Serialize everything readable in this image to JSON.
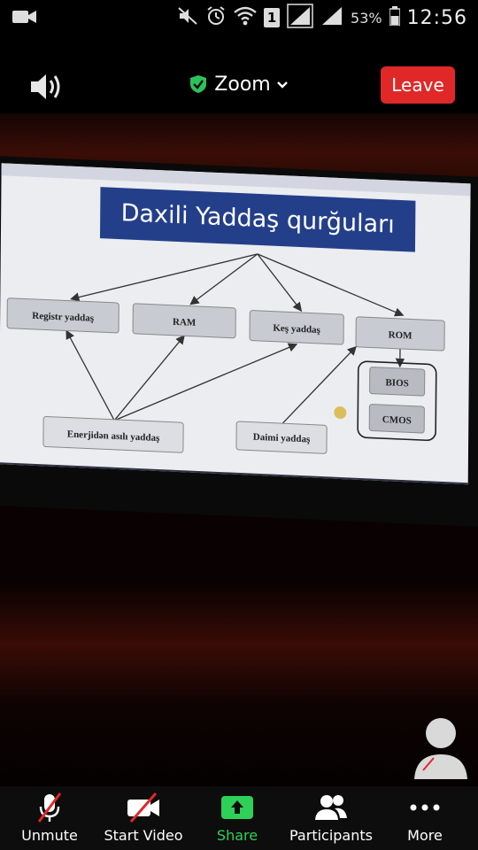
{
  "status_bar": {
    "sim_label": "1",
    "battery": "53%",
    "time": "12:56"
  },
  "top_bar": {
    "title": "Zoom",
    "leave_label": "Leave"
  },
  "shared_screen": {
    "slide_title": "Daxili Yaddaş qurğuları",
    "nodes": {
      "registr": "Registr yaddaş",
      "ram": "RAM",
      "kes": "Keş yaddaş",
      "rom": "ROM",
      "bios": "BIOS",
      "cmos": "CMOS",
      "enerji": "Enerjidən asılı yaddaş",
      "daimi": "Daimi yaddaş"
    }
  },
  "toolbar": {
    "unmute": "Unmute",
    "start_video": "Start Video",
    "share": "Share",
    "participants": "Participants",
    "more": "More"
  },
  "colors": {
    "leave": "#e02828",
    "share": "#2ed158",
    "slide_title_bg": "#243f8a"
  }
}
